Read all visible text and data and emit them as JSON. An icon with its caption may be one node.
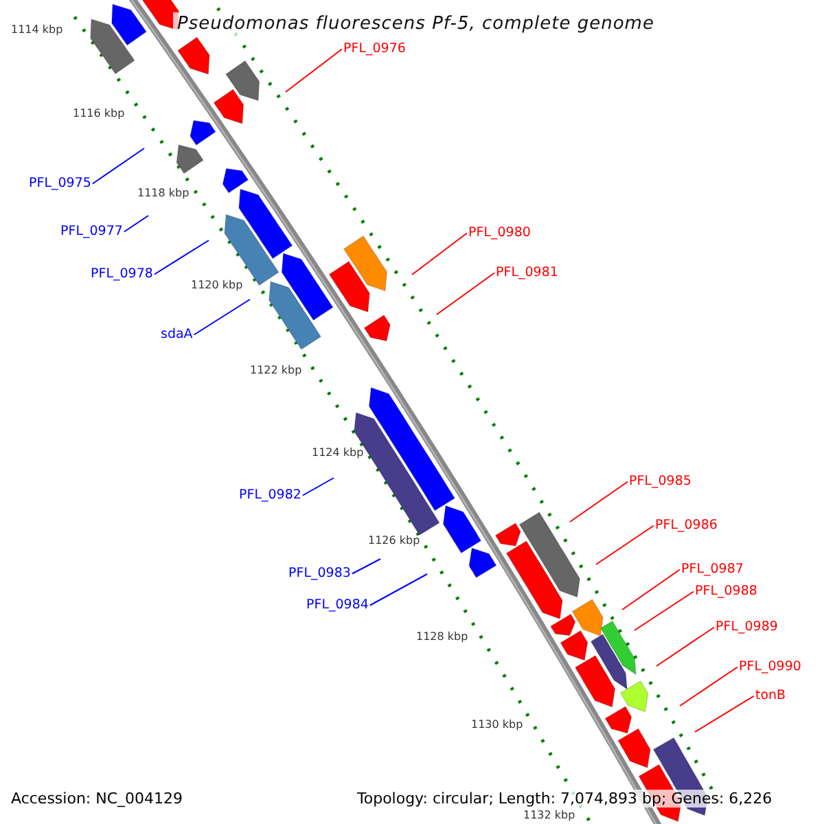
{
  "diagram": {
    "title": "Pseudomonas fluorescens Pf-5, complete genome",
    "nodes": [
      {
        "text": [
          "PFL_0976"
        ]
      },
      {
        "text": [
          "PFL_0975"
        ]
      },
      {
        "text": [
          "PFL_0977"
        ]
      },
      {
        "text": [
          "PFL_0980"
        ]
      },
      {
        "text": [
          "PFL_0978"
        ]
      },
      {
        "text": [
          "PFL_0981"
        ]
      },
      {
        "text": [
          "sdaA"
        ]
      },
      {
        "text": [
          "PFL_0985"
        ]
      },
      {
        "text": [
          "PFL_0982"
        ]
      },
      {
        "text": [
          "PFL_0986"
        ]
      },
      {
        "text": [
          "PFL_0983"
        ]
      },
      {
        "text": [
          "PFL_0987"
        ]
      },
      {
        "text": [
          "PFL_0988"
        ]
      },
      {
        "text": [
          "PFL_0984"
        ]
      },
      {
        "text": [
          "PFL_0989"
        ]
      },
      {
        "text": [
          "PFL_0990"
        ]
      },
      {
        "text": [
          "tonB"
        ]
      }
    ],
    "edges": [
      {
        "from": 0,
        "to": null,
        "arrow": "none"
      },
      {
        "from": 1,
        "to": null,
        "arrow": "none",
        "color": "#0000ff"
      },
      {
        "from": 2,
        "to": null,
        "arrow": "none",
        "color": "#0000ff"
      },
      {
        "from": 3,
        "to": null,
        "arrow": "none"
      },
      {
        "from": 4,
        "to": null,
        "arrow": "none",
        "color": "#0000ff"
      },
      {
        "from": 5,
        "to": null,
        "arrow": "none"
      },
      {
        "from": 6,
        "to": null,
        "arrow": "none",
        "color": "#0000ff"
      },
      {
        "from": 7,
        "to": null,
        "arrow": "none"
      },
      {
        "from": 8,
        "to": null,
        "arrow": "none",
        "color": "#0000ff"
      },
      {
        "from": 9,
        "to": null,
        "arrow": "none"
      },
      {
        "from": 10,
        "to": null,
        "arrow": "none",
        "color": "#0000ff"
      },
      {
        "from": 11,
        "to": null,
        "arrow": "none"
      },
      {
        "from": 12,
        "to": null,
        "arrow": "none"
      },
      {
        "from": 13,
        "to": null,
        "arrow": "none",
        "color": "#0000ff"
      },
      {
        "from": 14,
        "to": null,
        "arrow": "none"
      },
      {
        "from": 15,
        "to": null,
        "arrow": "none"
      },
      {
        "from": 16,
        "to": null,
        "arrow": "none"
      }
    ],
    "labels": [
      "1114 kbp",
      "1116 kbp",
      "1118 kbp",
      "1120 kbp",
      "1122 kbp",
      "1124 kbp",
      "1126 kbp",
      "1128 kbp",
      "1130 kbp",
      "1132 kbp",
      "Accession: NC_004129",
      "Topology: circular; Length: 7,074,893 bp; Genes: 6,226"
    ]
  }
}
